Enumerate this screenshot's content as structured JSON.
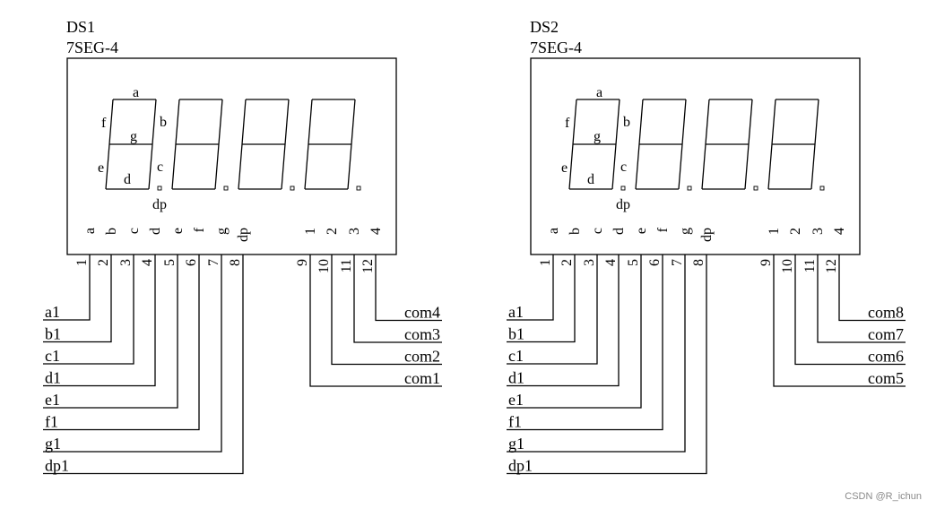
{
  "displays": [
    {
      "ref": "DS1",
      "part": "7SEG-4",
      "segment_labels": {
        "a": "a",
        "b": "b",
        "c": "c",
        "d": "d",
        "e": "e",
        "f": "f",
        "g": "g",
        "dp": "dp"
      },
      "segment_pins": [
        {
          "side_label": "a",
          "pin": "1",
          "net": "a1"
        },
        {
          "side_label": "b",
          "pin": "2",
          "net": "b1"
        },
        {
          "side_label": "c",
          "pin": "3",
          "net": "c1"
        },
        {
          "side_label": "d",
          "pin": "4",
          "net": "d1"
        },
        {
          "side_label": "e",
          "pin": "5",
          "net": "e1"
        },
        {
          "side_label": "f",
          "pin": "6",
          "net": "f1"
        },
        {
          "side_label": "g",
          "pin": "7",
          "net": "g1"
        },
        {
          "side_label": "dp",
          "pin": "8",
          "net": "dp1"
        }
      ],
      "com_pins": [
        {
          "side_label": "1",
          "pin": "9",
          "net": "com1"
        },
        {
          "side_label": "2",
          "pin": "10",
          "net": "com2"
        },
        {
          "side_label": "3",
          "pin": "11",
          "net": "com3"
        },
        {
          "side_label": "4",
          "pin": "12",
          "net": "com4"
        }
      ]
    },
    {
      "ref": "DS2",
      "part": "7SEG-4",
      "segment_labels": {
        "a": "a",
        "b": "b",
        "c": "c",
        "d": "d",
        "e": "e",
        "f": "f",
        "g": "g",
        "dp": "dp"
      },
      "segment_pins": [
        {
          "side_label": "a",
          "pin": "1",
          "net": "a1"
        },
        {
          "side_label": "b",
          "pin": "2",
          "net": "b1"
        },
        {
          "side_label": "c",
          "pin": "3",
          "net": "c1"
        },
        {
          "side_label": "d",
          "pin": "4",
          "net": "d1"
        },
        {
          "side_label": "e",
          "pin": "5",
          "net": "e1"
        },
        {
          "side_label": "f",
          "pin": "6",
          "net": "f1"
        },
        {
          "side_label": "g",
          "pin": "7",
          "net": "g1"
        },
        {
          "side_label": "dp",
          "pin": "8",
          "net": "dp1"
        }
      ],
      "com_pins": [
        {
          "side_label": "1",
          "pin": "9",
          "net": "com5"
        },
        {
          "side_label": "2",
          "pin": "10",
          "net": "com6"
        },
        {
          "side_label": "3",
          "pin": "11",
          "net": "com7"
        },
        {
          "side_label": "4",
          "pin": "12",
          "net": "com8"
        }
      ]
    }
  ],
  "watermark": "CSDN @R_ichun"
}
